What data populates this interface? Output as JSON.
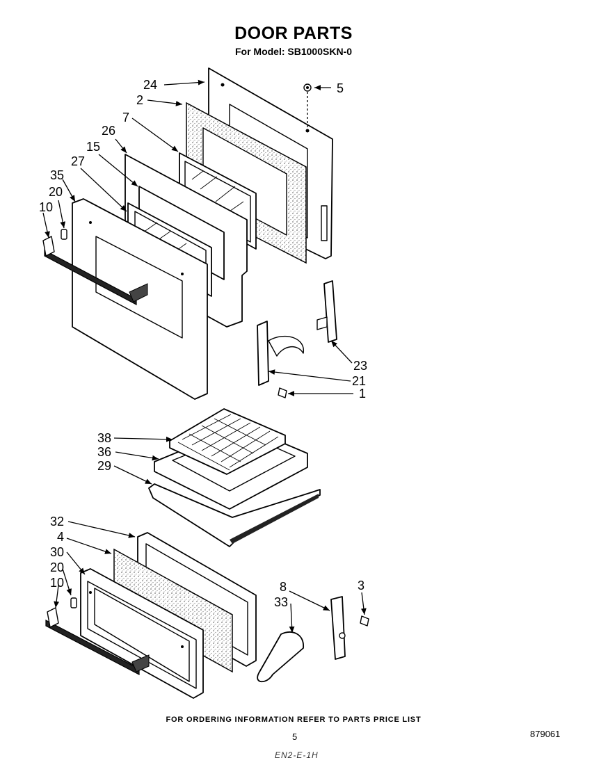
{
  "title": "DOOR PARTS",
  "subtitle": "For Model: SB1000SKN-0",
  "footer": "FOR ORDERING INFORMATION REFER TO PARTS PRICE LIST",
  "page_number": "5",
  "doc_number": "879061",
  "handwritten_note": "EN2-E-1H",
  "callouts": {
    "c24": "24",
    "c2": "2",
    "c5": "5",
    "c7": "7",
    "c26": "26",
    "c15": "15",
    "c27": "27",
    "c35": "35",
    "c20a": "20",
    "c10a": "10",
    "c23": "23",
    "c21": "21",
    "c1": "1",
    "c38": "38",
    "c36": "36",
    "c29": "29",
    "c32": "32",
    "c4": "4",
    "c30": "30",
    "c20b": "20",
    "c10b": "10",
    "c8": "8",
    "c33": "33",
    "c3": "3"
  }
}
